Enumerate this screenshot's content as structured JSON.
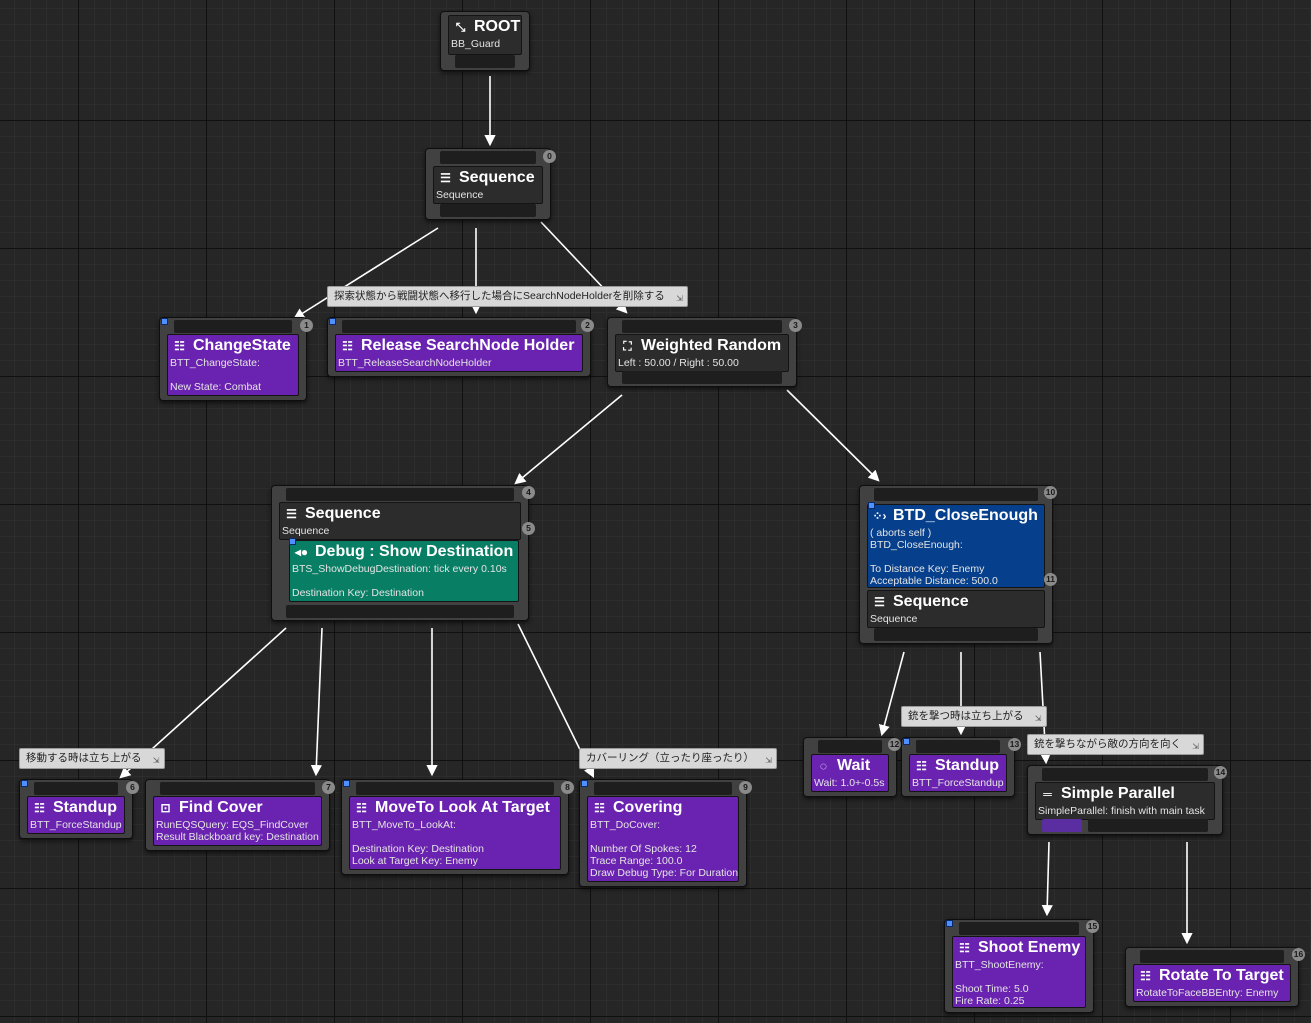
{
  "root": {
    "title": "ROOT",
    "subtitle": "BB_Guard"
  },
  "seq0": {
    "title": "Sequence",
    "subtitle": "Sequence",
    "index": "0"
  },
  "change_state": {
    "title": "ChangeState",
    "lines": [
      "BTT_ChangeState:",
      "",
      "New State: Combat"
    ],
    "index": "1"
  },
  "release": {
    "title": "Release SearchNode Holder",
    "lines": [
      "BTT_ReleaseSearchNodeHolder"
    ],
    "index": "2"
  },
  "weighted": {
    "title": "Weighted Random",
    "subtitle": "Left : 50.00 / Right : 50.00",
    "index": "3"
  },
  "seq4": {
    "title": "Sequence",
    "subtitle": "Sequence",
    "index": "4"
  },
  "debug_service": {
    "title": "Debug : Show Destination",
    "lines": [
      "BTS_ShowDebugDestination: tick every 0.10s",
      "",
      "Destination Key: Destination"
    ],
    "index": "5"
  },
  "btd": {
    "title": "BTD_CloseEnough",
    "lines": [
      "( aborts self )",
      "BTD_CloseEnough:",
      "",
      "To Distance Key: Enemy",
      "Acceptable Distance: 500.0"
    ],
    "index": "10"
  },
  "seq11": {
    "title": "Sequence",
    "subtitle": "Sequence",
    "index": "11"
  },
  "standup6": {
    "title": "Standup",
    "lines": [
      "BTT_ForceStandup"
    ],
    "index": "6"
  },
  "find_cover": {
    "title": "Find Cover",
    "lines": [
      "RunEQSQuery: EQS_FindCover",
      "Result Blackboard key: Destination"
    ],
    "index": "7"
  },
  "move_to": {
    "title": "MoveTo Look At Target",
    "lines": [
      "BTT_MoveTo_LookAt:",
      "",
      "Destination Key: Destination",
      "Look at Target Key: Enemy"
    ],
    "index": "8"
  },
  "covering": {
    "title": "Covering",
    "lines": [
      "BTT_DoCover:",
      "",
      "Number Of Spokes: 12",
      "Trace Range: 100.0",
      "Draw Debug Type: For Duration"
    ],
    "index": "9"
  },
  "wait": {
    "title": "Wait",
    "lines": [
      "Wait: 1.0+-0.5s"
    ],
    "index": "12"
  },
  "standup13": {
    "title": "Standup",
    "lines": [
      "BTT_ForceStandup"
    ],
    "index": "13"
  },
  "simple_parallel": {
    "title": "Simple Parallel",
    "subtitle": "SimpleParallel: finish with main task",
    "index": "14"
  },
  "shoot": {
    "title": "Shoot Enemy",
    "lines": [
      "BTT_ShootEnemy:",
      "",
      "Shoot Time: 5.0",
      "Fire Rate: 0.25"
    ],
    "index": "15"
  },
  "rotate": {
    "title": "Rotate To Target",
    "lines": [
      "RotateToFaceBBEntry: Enemy"
    ],
    "index": "16"
  },
  "comments": {
    "remove_holder": "探索状態から戦闘状態へ移行した場合にSearchNodeHolderを削除する",
    "standup_move": "移動する時は立ち上がる",
    "covering": "カバーリング（立ったり座ったり）",
    "standup_shoot": "銃を撃つ時は立ち上がる",
    "face_enemy": "銃を撃ちながら敵の方向を向く"
  },
  "colors": {
    "task": "#6a23b0",
    "service": "#087e65",
    "decorator": "#063f8c",
    "composite": "#2c2c2c",
    "wire": "#ffffff"
  },
  "icons": {
    "root": "root-icon",
    "sequence": "sequence-icon",
    "task": "task-icon",
    "weighted_random": "random-icon",
    "service": "service-icon",
    "decorator": "decorator-icon",
    "eqs": "eqs-icon",
    "wait": "wait-icon",
    "parallel": "parallel-icon"
  }
}
